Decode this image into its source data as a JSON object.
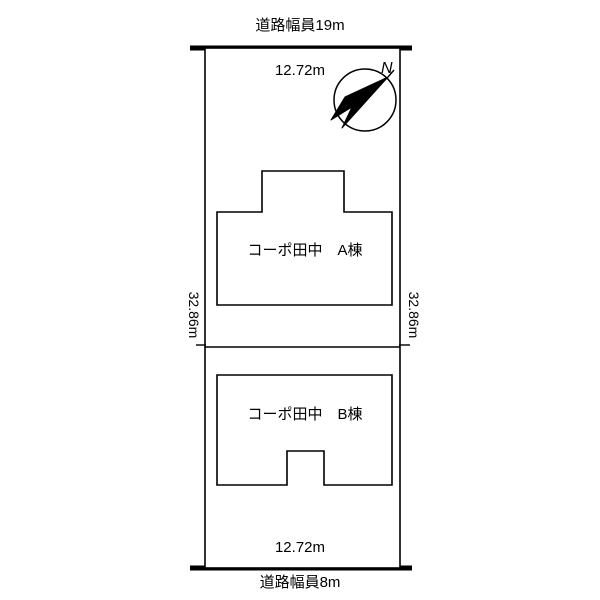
{
  "diagram": {
    "title": "site-plan",
    "colors": {
      "line": "#000000",
      "background": "#ffffff",
      "fill": "#ffffff"
    }
  },
  "roads": {
    "top_label": "道路幅員19m",
    "bottom_label": "道路幅員8m"
  },
  "dimensions": {
    "top_frontage": "12.72m",
    "bottom_frontage": "12.72m",
    "left_depth": "32.86m",
    "right_depth": "32.86m"
  },
  "buildings": [
    {
      "id": "a",
      "label": "コーポ田中　A棟"
    },
    {
      "id": "b",
      "label": "コーポ田中　B棟"
    }
  ],
  "compass": {
    "letter": "N",
    "name": "north-arrow"
  }
}
